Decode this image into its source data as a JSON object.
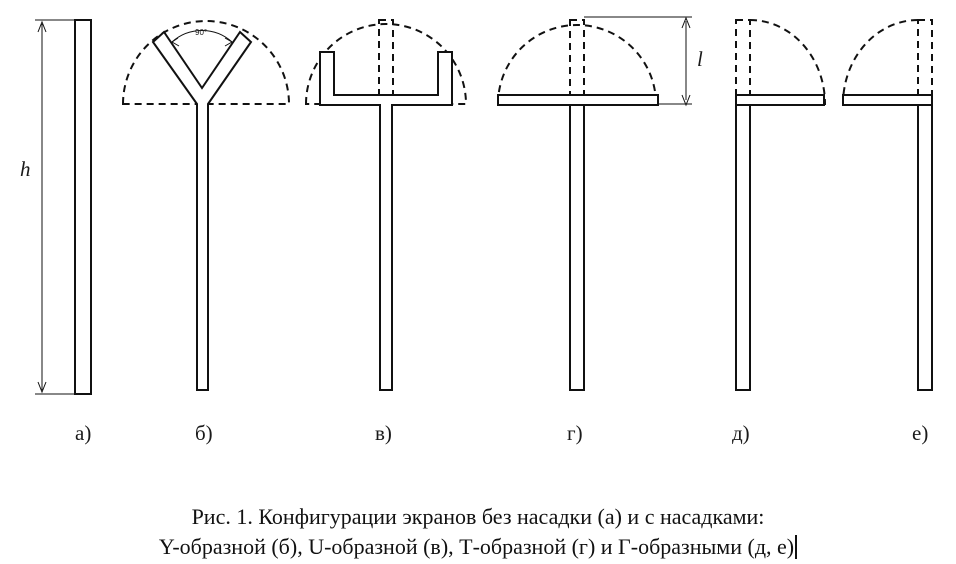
{
  "figure": {
    "dimension_h": "h",
    "dimension_l": "l",
    "angle_label": "90°",
    "panel_labels": [
      "а)",
      "б)",
      "в)",
      "г)",
      "д)",
      "е)"
    ]
  },
  "caption": {
    "line1": "Рис. 1. Конфигурации экранов без насадки (а) и с насадками:",
    "line2": "Y-образной (б), U-образной (в), Т-образной (г) и Г-образными (д, е)"
  }
}
